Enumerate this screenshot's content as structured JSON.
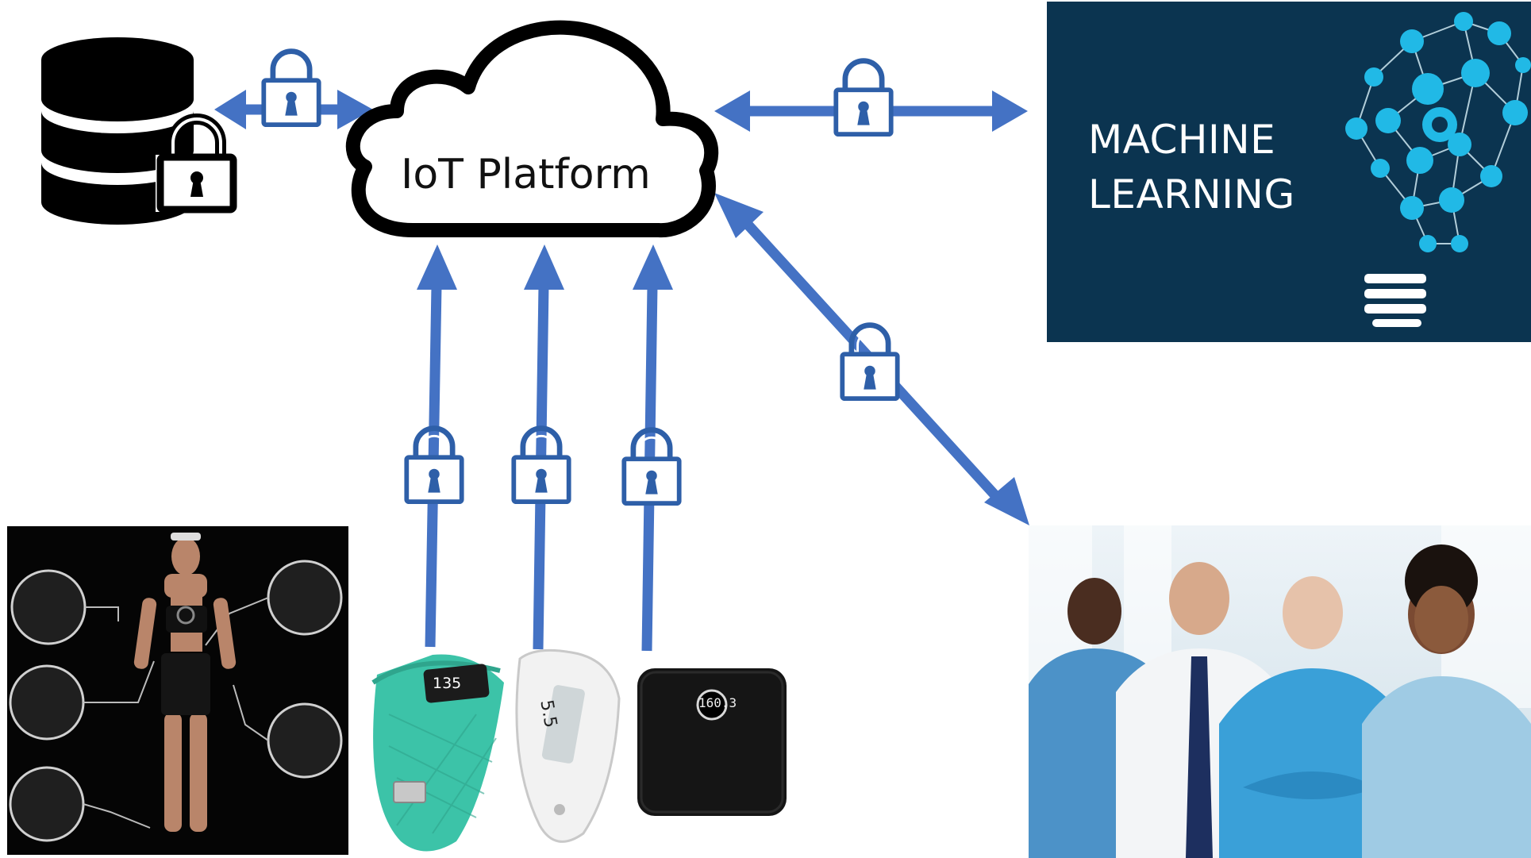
{
  "cloud": {
    "label": "IoT Platform"
  },
  "ml_panel": {
    "line1": "MACHINE",
    "line2": "LEARNING"
  },
  "devices": {
    "fitness_band_reading": "135",
    "sensor_reading": "5.5",
    "scale_reading": "160.3"
  },
  "colors": {
    "arrow": "#4472c4",
    "lock_stroke": "#2e5fa8",
    "ml_background": "#0b3450",
    "ml_node": "#21b9e6",
    "cloud_outline": "#000000",
    "band": "#3cc3a8"
  },
  "icons": [
    "database-icon",
    "padlock-icon",
    "cloud-icon",
    "lightbulb-network-icon"
  ]
}
